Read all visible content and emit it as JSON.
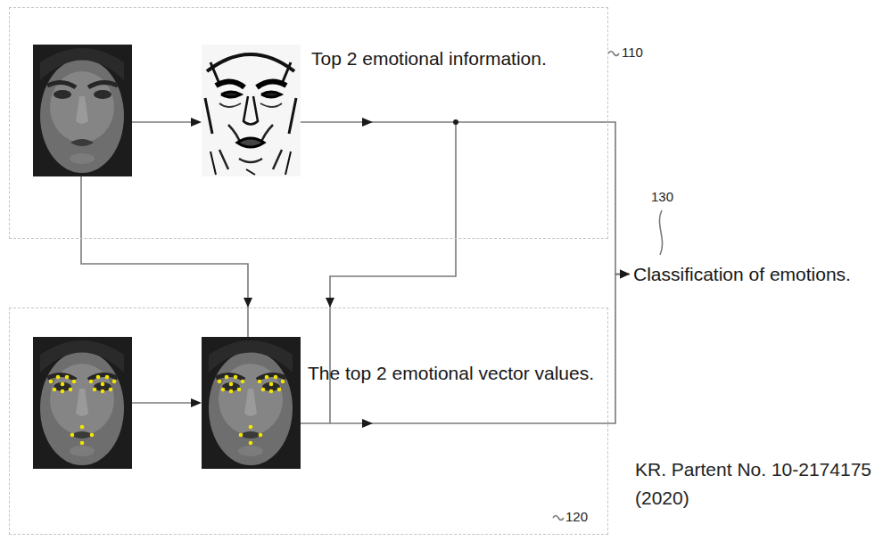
{
  "diagram": {
    "nodes": [
      {
        "text": [
          "Top 2 emotional information."
        ]
      },
      {
        "text": [
          "The top 2 emotional vector values."
        ]
      },
      {
        "text": [
          "Classification of emotions."
        ]
      }
    ],
    "edges": [
      {
        "from": 0,
        "to": 1,
        "arrow": "to"
      },
      {
        "from": 0,
        "to": 1,
        "arrow": "to"
      },
      {
        "from": 0,
        "to": 2,
        "arrow": "to"
      },
      {
        "from": 1,
        "to": 2,
        "arrow": "to"
      }
    ],
    "labels": [
      "110",
      "120",
      "130",
      "KR. Partent No. 10-2174175",
      "(2020)"
    ]
  }
}
